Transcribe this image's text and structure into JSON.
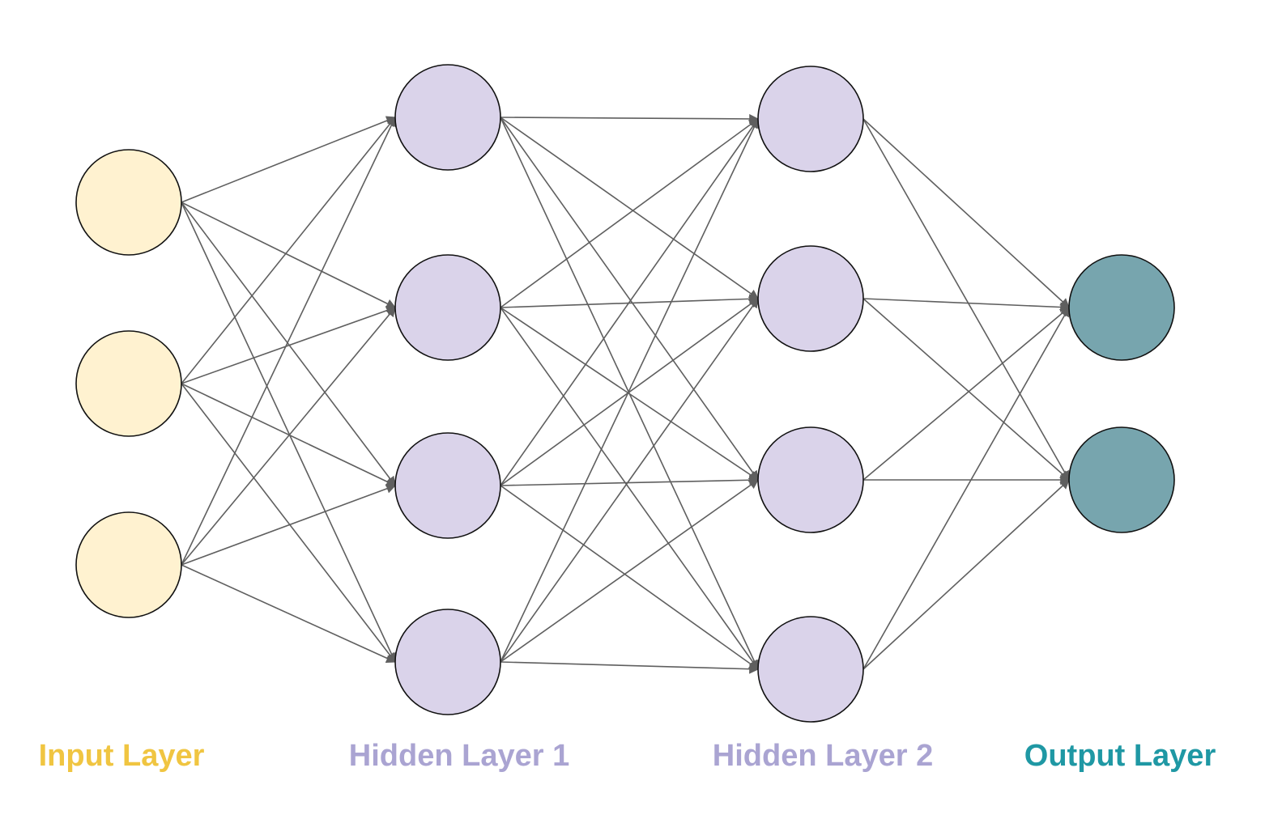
{
  "diagram": {
    "edge_color": "#5f5f5f",
    "node_stroke_color": "#111111",
    "layers": [
      {
        "id": "input",
        "label": "Input Layer",
        "node_count": 3,
        "fill_color": "#fff2d0",
        "label_color": "#f0c541"
      },
      {
        "id": "hidden1",
        "label": "Hidden Layer 1",
        "node_count": 4,
        "fill_color": "#dad3ea",
        "label_color": "#aaa4d2"
      },
      {
        "id": "hidden2",
        "label": "Hidden Layer 2",
        "node_count": 4,
        "fill_color": "#dad3ea",
        "label_color": "#aaa4d2"
      },
      {
        "id": "output",
        "label": "Output Layer",
        "node_count": 2,
        "fill_color": "#77a5ae",
        "label_color": "#1f98a4"
      }
    ],
    "connections": "fully-connected",
    "edge_arrowheads": "at-target"
  }
}
